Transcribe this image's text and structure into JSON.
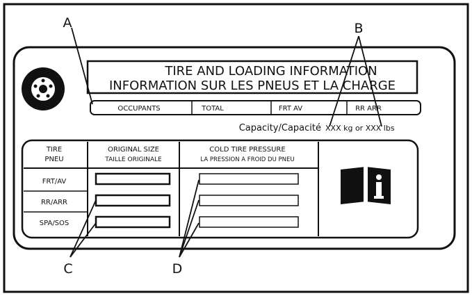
{
  "callouts": {
    "a": "A",
    "b": "B",
    "c": "C",
    "d": "D"
  },
  "placard": {
    "title_en": "TIRE AND LOADING INFORMATION",
    "title_fr": "INFORMATION SUR LES PNEUS ET LA CHARGE",
    "occupants_label": "OCCUPANTS",
    "total_label": "TOTAL",
    "front_label": "FRT AV",
    "rear_label": "RR ARR",
    "capacity_label": "Capacity/Capacité",
    "capacity_value": "XXX kg or XXX lbs",
    "table": {
      "header_tire": [
        "TIRE",
        "PNEU"
      ],
      "header_size": [
        "ORIGINAL SIZE",
        "TAILLE ORIGINALE"
      ],
      "header_pressure": [
        "COLD TIRE PRESSURE",
        "LA PRESSION A FROID DU PNEU"
      ],
      "rows": [
        "FRT/AV",
        "RR/ARR",
        "SPA/SOS"
      ]
    }
  },
  "icons": {
    "wheel": "tire-wheel-icon",
    "manual": "owners-manual-info-icon"
  }
}
